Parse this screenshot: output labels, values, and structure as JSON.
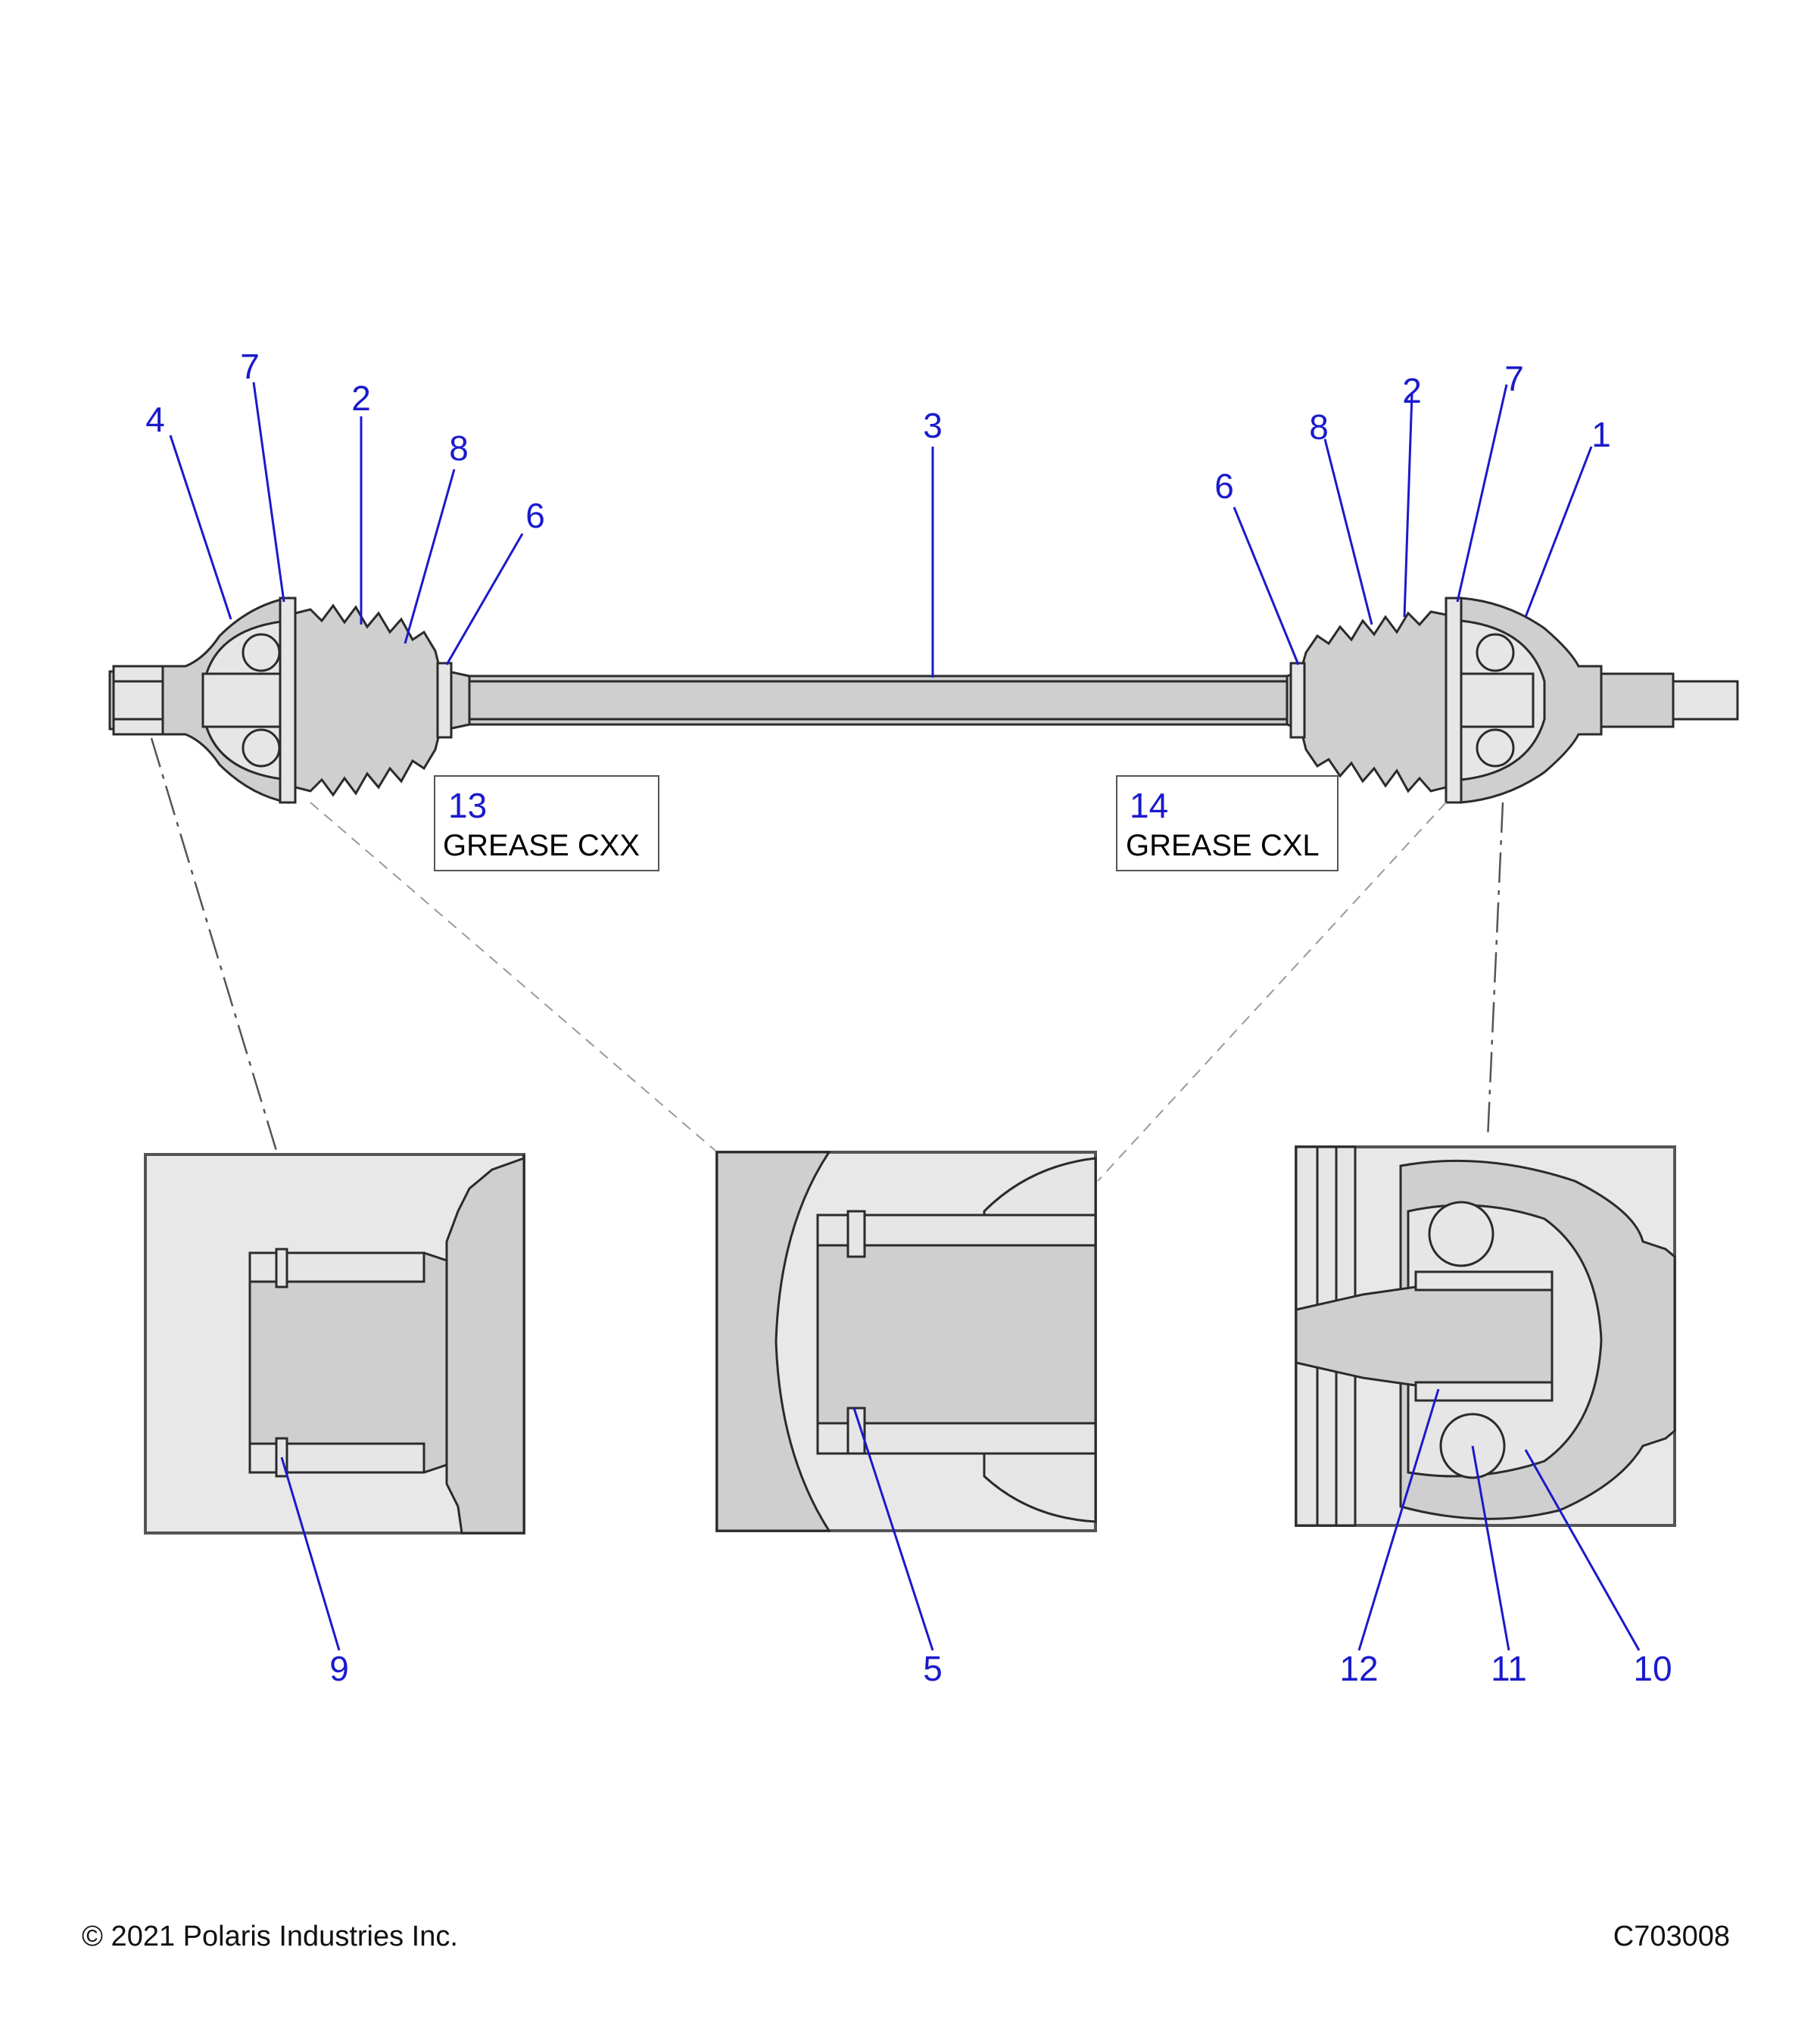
{
  "callouts": {
    "c4": "4",
    "c7_left": "7",
    "c2_left": "2",
    "c8_left": "8",
    "c6_left": "6",
    "c3": "3",
    "c6_right": "6",
    "c8_right": "8",
    "c2_right": "2",
    "c7_right": "7",
    "c1": "1",
    "c9": "9",
    "c5": "5",
    "c12": "12",
    "c11": "11",
    "c10": "10"
  },
  "grease_left": {
    "number": "13",
    "label": "GREASE CXX"
  },
  "grease_right": {
    "number": "14",
    "label": "GREASE CXL"
  },
  "footer": {
    "copyright": "© 2021 Polaris Industries Inc.",
    "drawing_id": "C703008"
  },
  "colors": {
    "callout": "#1a1acc",
    "part_fill": "#cfcfcf",
    "outline": "#2b2b2b"
  }
}
